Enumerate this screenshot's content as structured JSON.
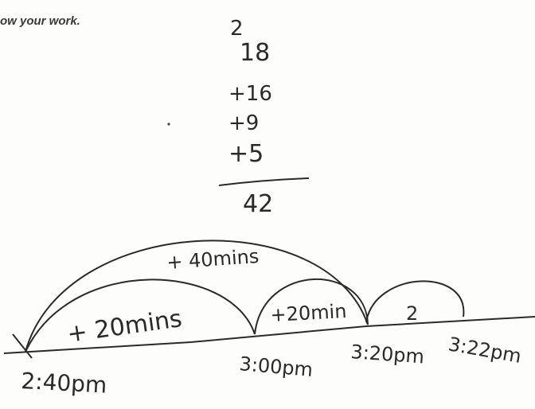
{
  "instruction": "ow your work.",
  "addition": {
    "carry": "2",
    "rows": [
      "18",
      "+16",
      "+9",
      "+5"
    ],
    "sum": "42"
  },
  "number_line": {
    "jump_labels": [
      "+ 40mins",
      "+ 20mins",
      "+20min",
      "2"
    ],
    "time_labels": [
      "2:40pm",
      "3:00pm",
      "3:20pm",
      "3:22pm"
    ]
  }
}
